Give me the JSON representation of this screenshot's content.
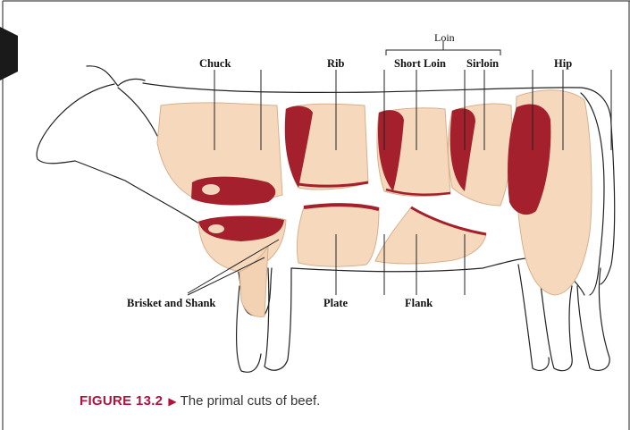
{
  "figure": {
    "number": "FIGURE 13.2",
    "arrow": "▶",
    "caption": "The primal cuts of beef."
  },
  "labels": {
    "chuck": "Chuck",
    "rib": "Rib",
    "loin": "Loin",
    "short_loin": "Short Loin",
    "sirloin": "Sirloin",
    "hip": "Hip",
    "brisket_shank": "Brisket and Shank",
    "plate": "Plate",
    "flank": "Flank"
  },
  "colors": {
    "accent": "#b0133c",
    "meat_fat": "#f6d9bd",
    "meat_red": "#a3202c",
    "outline": "#222222"
  }
}
